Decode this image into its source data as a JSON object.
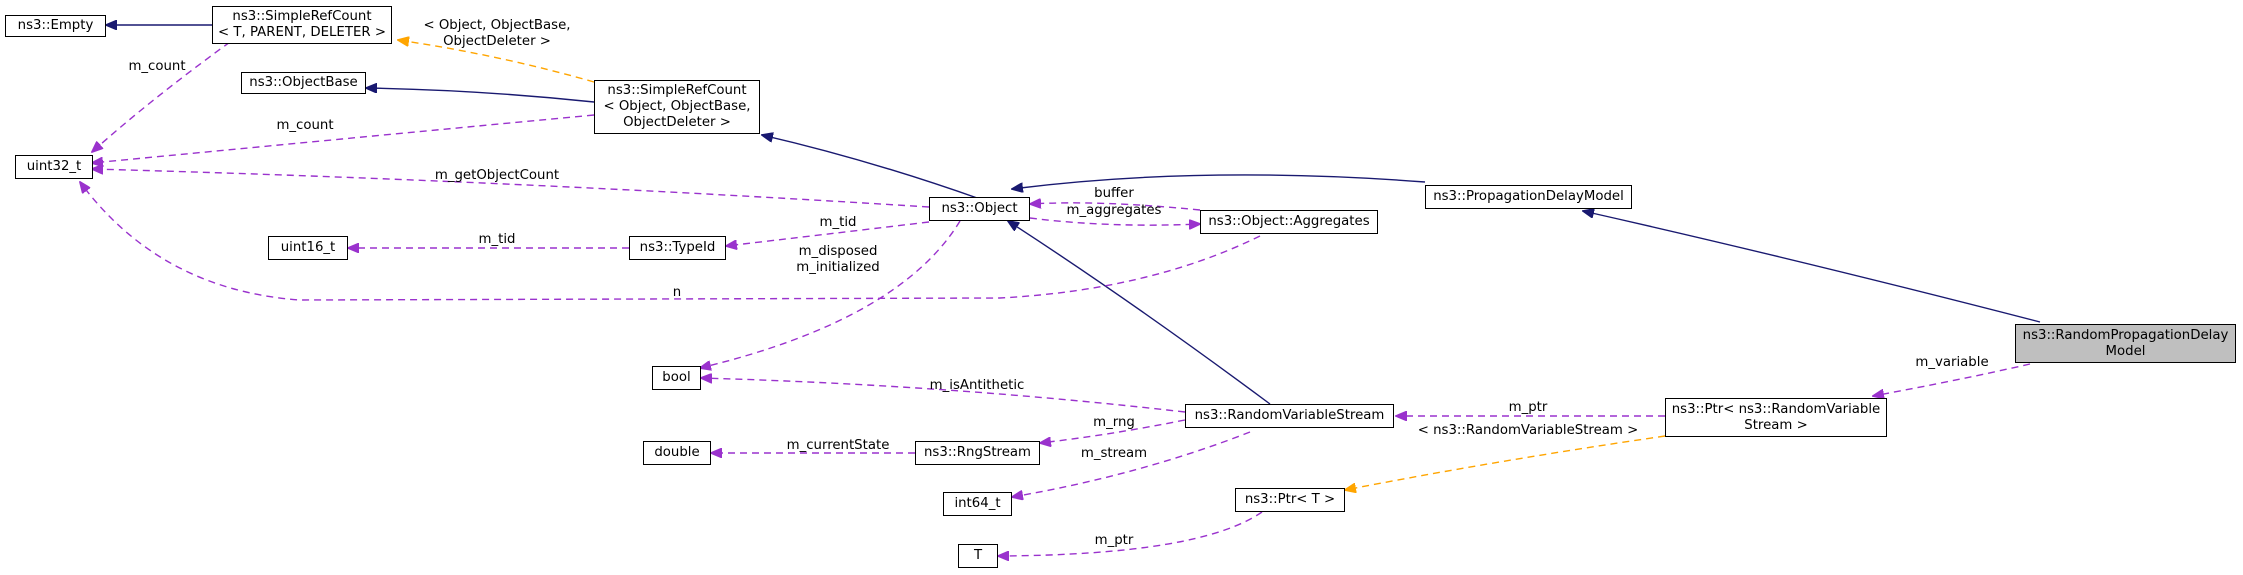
{
  "colors": {
    "inheritance": "#191970",
    "usage": "#9a32cd",
    "template": "#ffa500",
    "focus_fill": "#bfbfbf"
  },
  "nodes": {
    "empty": "ns3::Empty",
    "simplerefcount_t": "ns3::SimpleRefCount\n< T, PARENT, DELETER >",
    "objectbase": "ns3::ObjectBase",
    "simplerefcount_obj": "ns3::SimpleRefCount\n< Object, ObjectBase,\nObjectDeleter >",
    "uint32": "uint32_t",
    "uint16": "uint16_t",
    "typeid": "ns3::TypeId",
    "object": "ns3::Object",
    "aggregates": "ns3::Object::Aggregates",
    "propagation_delay_model": "ns3::PropagationDelayModel",
    "random_propagation_delay_model": "ns3::RandomPropagationDelay\nModel",
    "bool": "bool",
    "random_variable_stream": "ns3::RandomVariableStream",
    "ptr_rvs": "ns3::Ptr< ns3::RandomVariable\nStream >",
    "double": "double",
    "rngstream": "ns3::RngStream",
    "int64": "int64_t",
    "ptr_t": "ns3::Ptr< T >",
    "t": "T"
  },
  "edge_labels": {
    "m_count_1": "m_count",
    "template_args_1": "< Object, ObjectBase,\nObjectDeleter >",
    "m_count_2": "m_count",
    "m_getObjectCount": "m_getObjectCount",
    "m_tid_1": "m_tid",
    "m_tid_2": "m_tid",
    "buffer": "buffer",
    "m_aggregates": "m_aggregates",
    "n": "n",
    "m_disposed": "m_disposed\nm_initialized",
    "m_isAntithetic": "m_isAntithetic",
    "m_rng": "m_rng",
    "m_currentState": "m_currentState",
    "m_stream": "m_stream",
    "m_ptr_1": "m_ptr",
    "template_args_2": "< ns3::RandomVariableStream >",
    "m_variable": "m_variable",
    "m_ptr_2": "m_ptr"
  }
}
